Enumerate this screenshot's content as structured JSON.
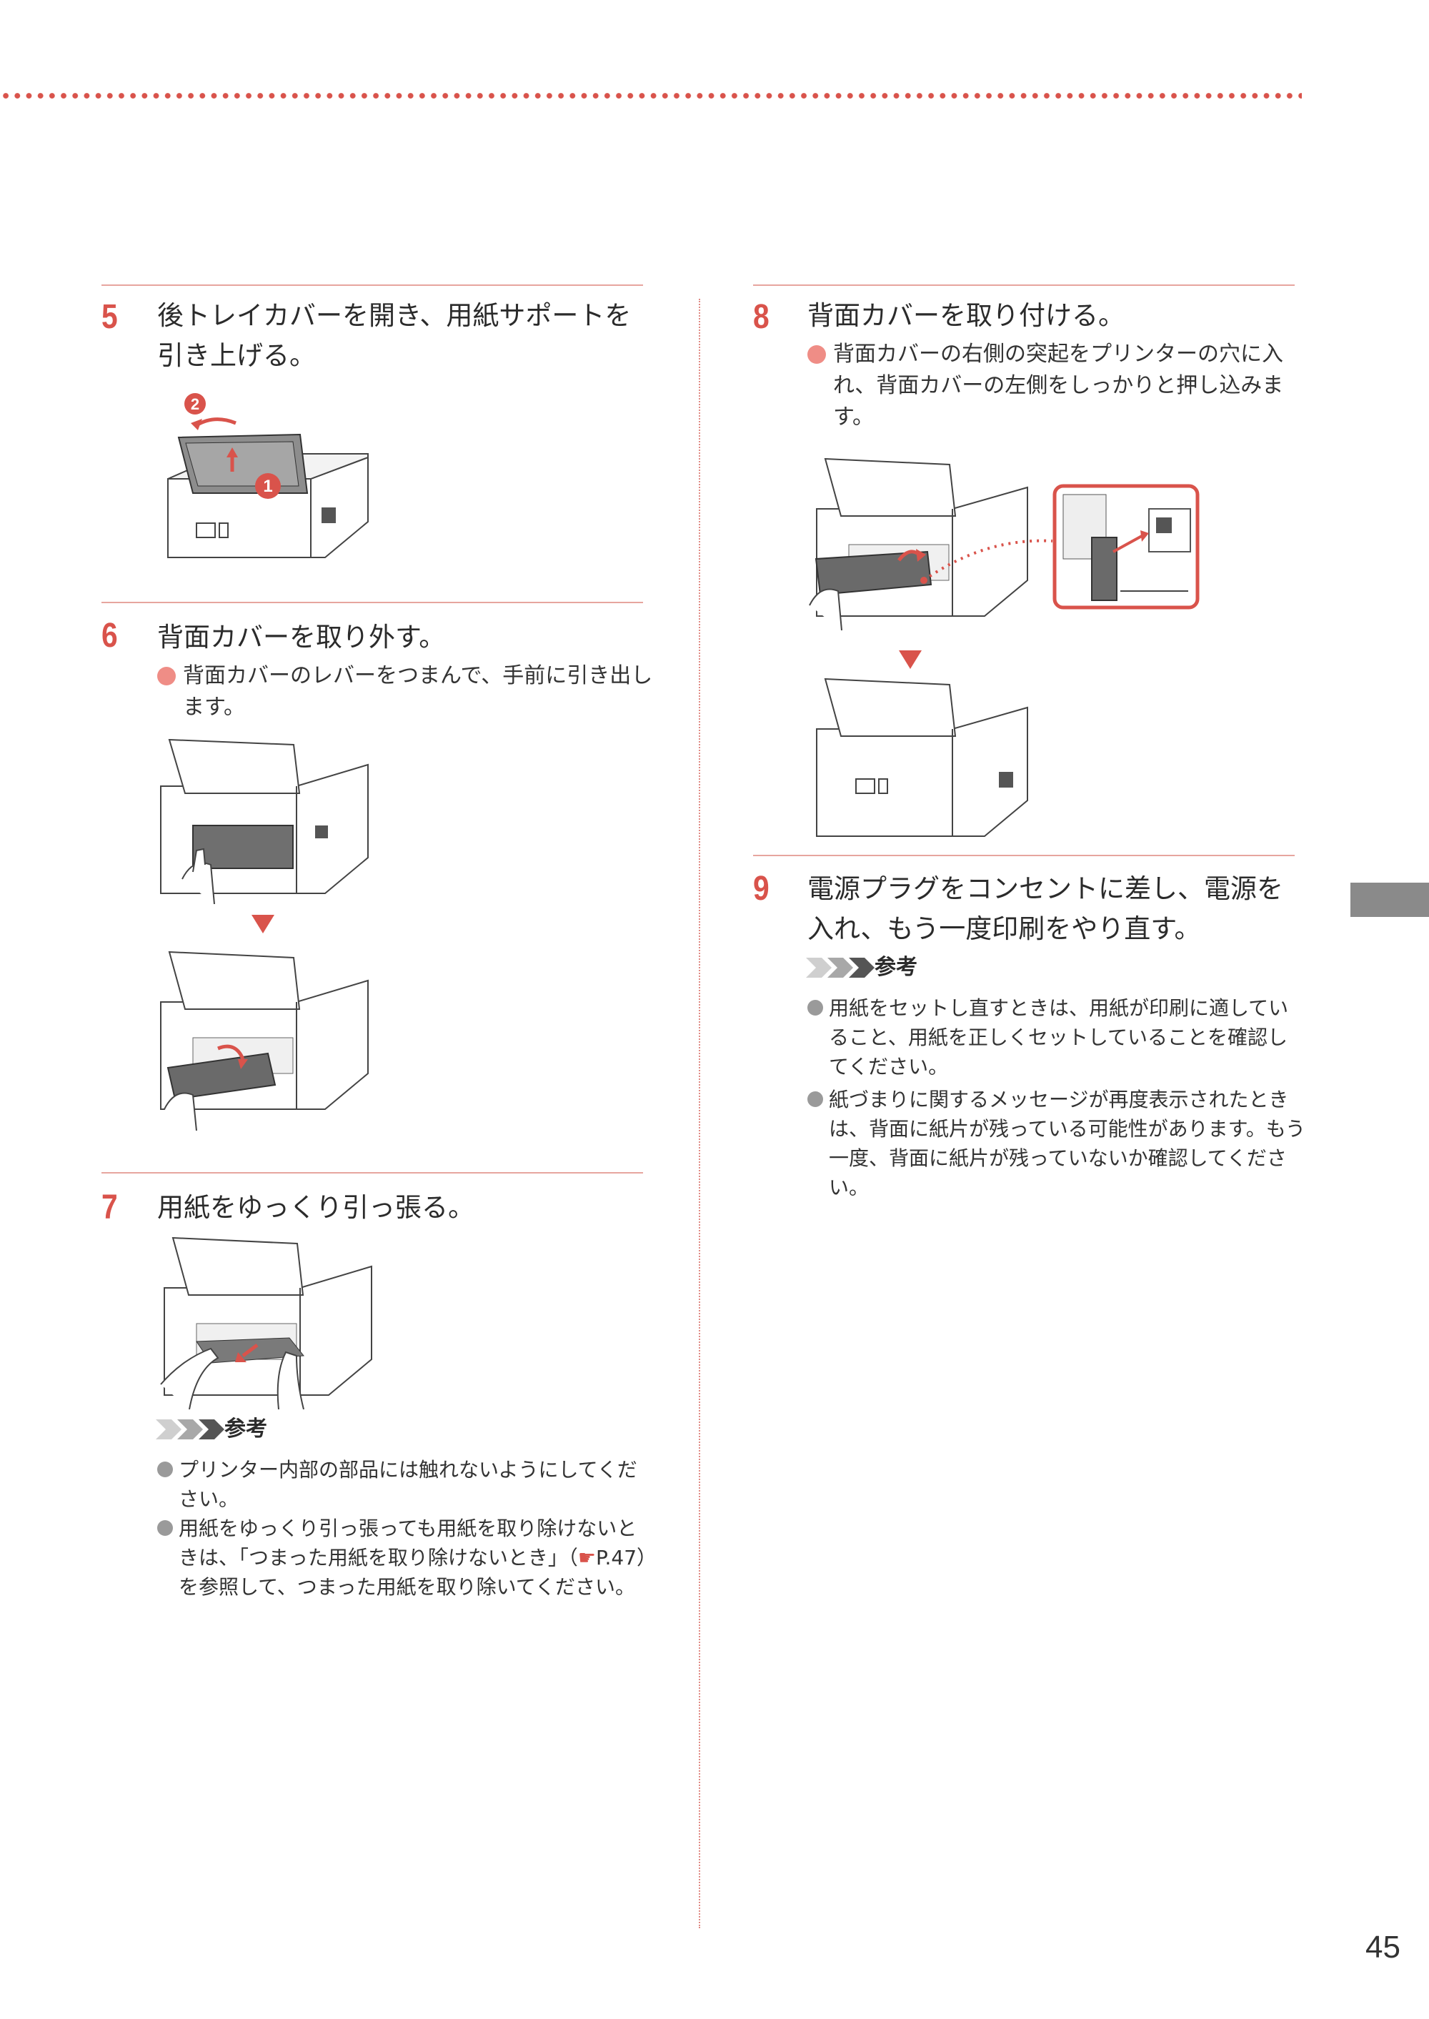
{
  "steps": [
    {
      "num": "5",
      "title": "後トレイカバーを開き、用紙サポートを引き上げる。"
    },
    {
      "num": "6",
      "title": "背面カバーを取り外す。",
      "bullets": [
        "背面カバーのレバーをつまんで、手前に引き出します。"
      ]
    },
    {
      "num": "7",
      "title": "用紙をゆっくり引っ張る。",
      "note": {
        "heading": "参考",
        "items": [
          "プリンター内部の部品には触れないようにしてください。",
          "用紙をゆっくり引っ張っても用紙を取り除けないときは、「つまった用紙を取り除けないとき」（",
          "P.47）を参照して、つまった用紙を取り除いてください。"
        ],
        "ref_icon": "☛"
      }
    },
    {
      "num": "8",
      "title": "背面カバーを取り付ける。",
      "bullets": [
        "背面カバーの右側の突起をプリンターの穴に入れ、背面カバーの左側をしっかりと押し込みます。"
      ]
    },
    {
      "num": "9",
      "title": "電源プラグをコンセントに差し、電源を入れ、もう一度印刷をやり直す。",
      "note": {
        "heading": "参考",
        "items": [
          "用紙をセットし直すときは、用紙が印刷に適していること、用紙を正しくセットしていることを確認してください。",
          "紙づまりに関するメッセージが再度表示されたときは、背面に紙片が残っている可能性があります。もう一度、背面に紙片が残っていないか確認してください。"
        ]
      }
    }
  ],
  "illustration_labels": {
    "callout_1": "1",
    "callout_2": "2"
  },
  "page_number": "45",
  "colors": {
    "accent": "#d9534b",
    "rule": "#e7a59f",
    "bullet": "#ef8d86",
    "note_bullet": "#9a9a9a",
    "tab": "#8a8a8a"
  },
  "icons": [
    "down-triangle-icon",
    "chevron-icon",
    "printer-illustration",
    "reference-arrow-icon"
  ]
}
